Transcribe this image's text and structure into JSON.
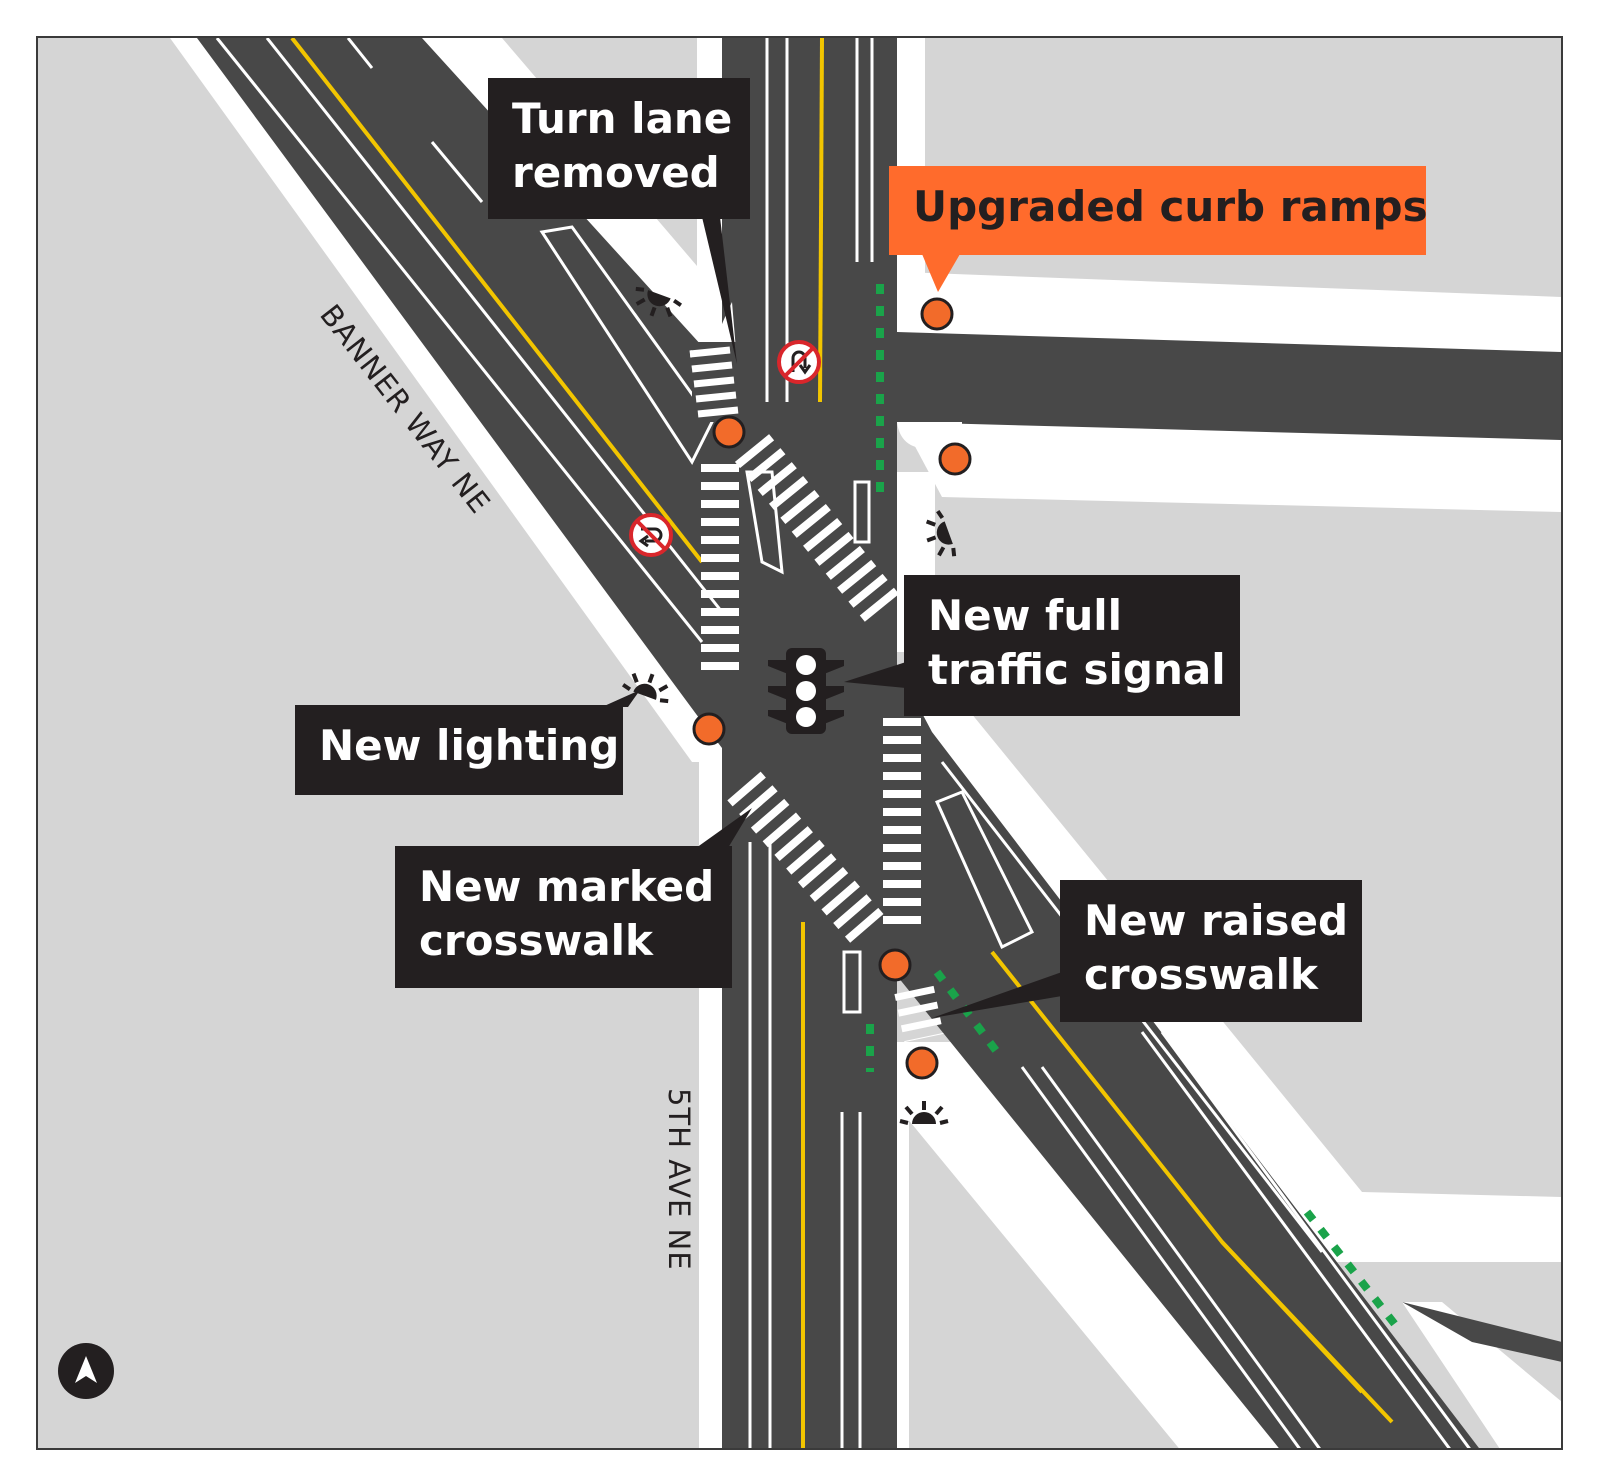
{
  "callouts": {
    "turn_lane": [
      "Turn lane",
      "removed"
    ],
    "curb_ramps": "Upgraded curb ramps",
    "full_signal": [
      "New full",
      "traffic signal"
    ],
    "lighting": "New lighting",
    "marked_crosswalk": [
      "New marked",
      "crosswalk"
    ],
    "raised_crosswalk": [
      "New raised",
      "crosswalk"
    ]
  },
  "streets": {
    "banner_way": "BANNER WAY NE",
    "fifth_ave": "5TH AVE NE"
  },
  "icons": {
    "no_uturn": "no-u-turn-icon",
    "traffic_signal": "traffic-signal-icon",
    "street_light": "street-light-icon",
    "curb_ramp_marker": "curb-ramp-marker-icon",
    "north_arrow": "north-arrow-icon"
  },
  "colors": {
    "land": "#d5d5d5",
    "sidewalk": "#ffffff",
    "road": "#484848",
    "centerline": "#f2c500",
    "bike_marking": "#1aa34a",
    "curb_ramp": "#f26b2a",
    "callout_dark": "#231f20",
    "callout_orange": "#ff6b2c"
  }
}
